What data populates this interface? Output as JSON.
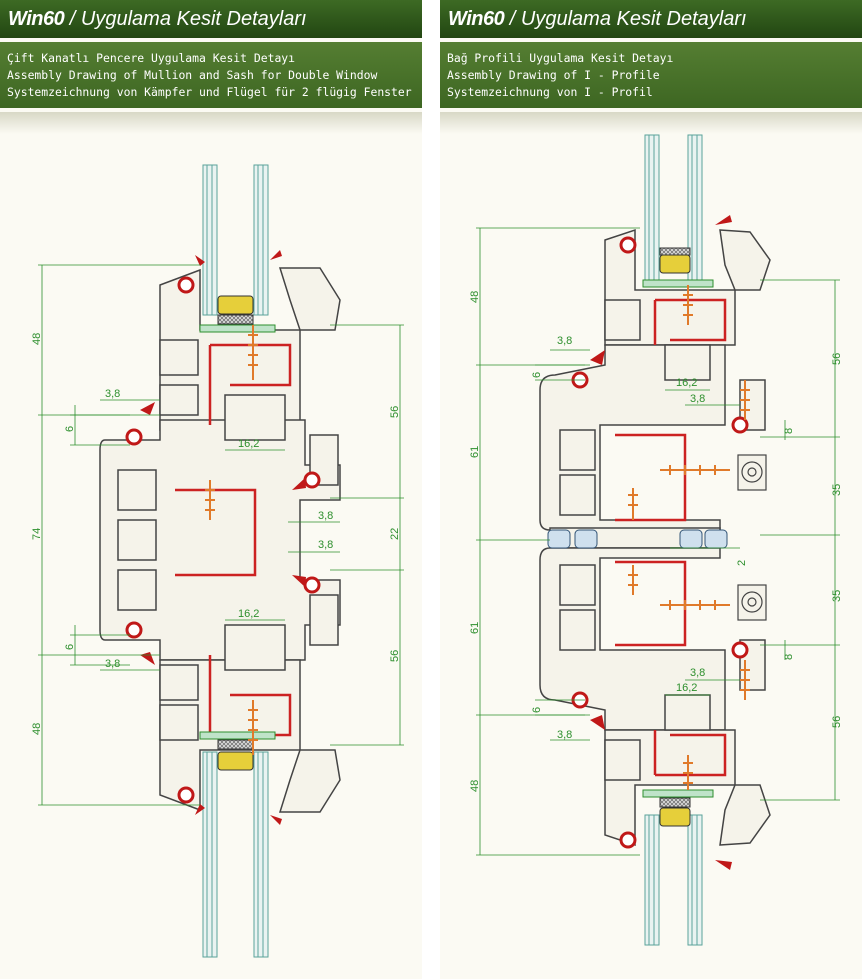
{
  "left": {
    "brand": "Win60",
    "separator": " / ",
    "title": "Uygulama Kesit Detayları",
    "subtitle_tr": "Çift Kanatlı Pencere Uygulama Kesit Detayı",
    "subtitle_en": "Assembly Drawing of Mullion and Sash for Double Window",
    "subtitle_de": "Systemzeichnung von Kämpfer und Flügel für 2 flügig Fenster",
    "dims": {
      "d48_top": "48",
      "d74": "74",
      "d48_bottom": "48",
      "d3_8_a": "3,8",
      "d6_a": "6",
      "d16_2_a": "16,2",
      "d56_top": "56",
      "d22": "22",
      "d3_8_b": "3,8",
      "d3_8_c": "3,8",
      "d56_bottom": "56",
      "d16_2_b": "16,2",
      "d6_b": "6",
      "d3_8_d": "3,8"
    }
  },
  "right": {
    "brand": "Win60",
    "separator": " / ",
    "title": "Uygulama Kesit Detayları",
    "subtitle_tr": "Bağ Profili Uygulama Kesit Detayı",
    "subtitle_en": "Assembly Drawing of I - Profile",
    "subtitle_de": "Systemzeichnung von I - Profil",
    "dims": {
      "d48_top": "48",
      "d61_top": "61",
      "d61_bottom": "61",
      "d48_bottom": "48",
      "d3_8_a": "3,8",
      "d6_a": "6",
      "d16_2_a": "16,2",
      "d3_8_b": "3,8",
      "d56_top": "56",
      "d8_a": "8",
      "d35_top": "35",
      "d2": "2",
      "d35_bottom": "35",
      "d8_b": "8",
      "d3_8_c": "3,8",
      "d16_2_b": "16,2",
      "d6_b": "6",
      "d3_8_d": "3,8",
      "d56_bottom": "56"
    }
  },
  "colors": {
    "title_bg": "#2f5a1b",
    "subtitle_bg": "#4a7429",
    "dimension_line": "#2d8f2d",
    "profile_outline": "#444444",
    "steel_reinforcement": "#cc2222",
    "gasket": "#c01818",
    "glass": "#6fb0a8",
    "seal_yellow": "#e6cf3a",
    "screw": "#e07a2a"
  }
}
